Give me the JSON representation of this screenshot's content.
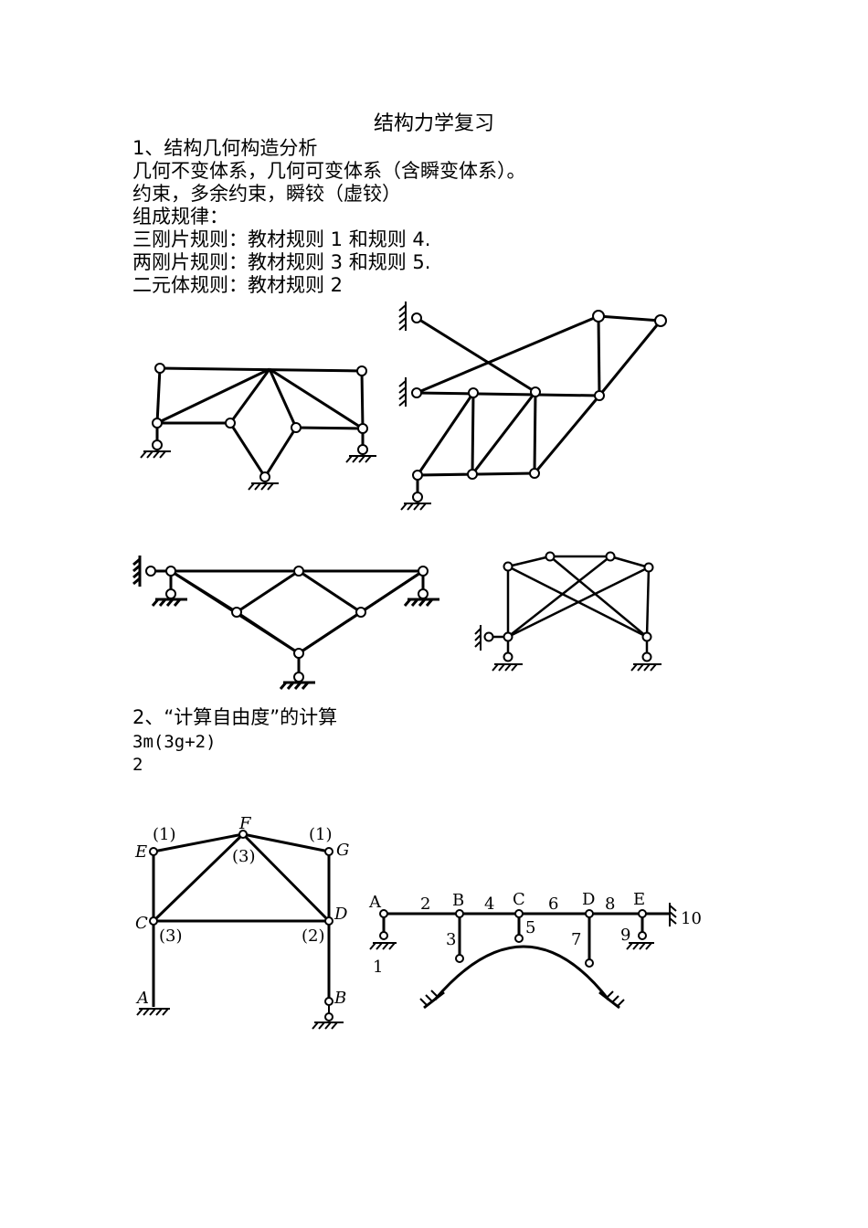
{
  "title": "结构力学复习",
  "section1": {
    "heading": "1、结构几何构造分析",
    "line1": "几何不变体系，几何可变体系（含瞬变体系）。",
    "line2": "约束，多余约束，瞬铰（虚铰）",
    "line3": "组成规律：",
    "line4": "三刚片规则：教材规则 1 和规则 4.",
    "line5": "两刚片规则：教材规则 3 和规则 5.",
    "line6": "二元体规则：教材规则 2"
  },
  "section2": {
    "heading": "2、“计算自由度”的计算",
    "formula_line1": "3m(3g+2)",
    "formula_line2": "2"
  },
  "frame_labels": {
    "E": "E",
    "F": "F",
    "G": "G",
    "C": "C",
    "D": "D",
    "A": "A",
    "B": "B",
    "e_count": "(1)",
    "f_count": "(3)",
    "g_count": "(1)",
    "c_count": "(3)",
    "d_count": "(2)"
  },
  "beam_labels": {
    "A": "A",
    "B": "B",
    "C": "C",
    "D": "D",
    "E": "E",
    "n1": "1",
    "n2": "2",
    "n3": "3",
    "n4": "4",
    "n5": "5",
    "n6": "6",
    "n7": "7",
    "n8": "8",
    "n9": "9",
    "n10": "10"
  }
}
